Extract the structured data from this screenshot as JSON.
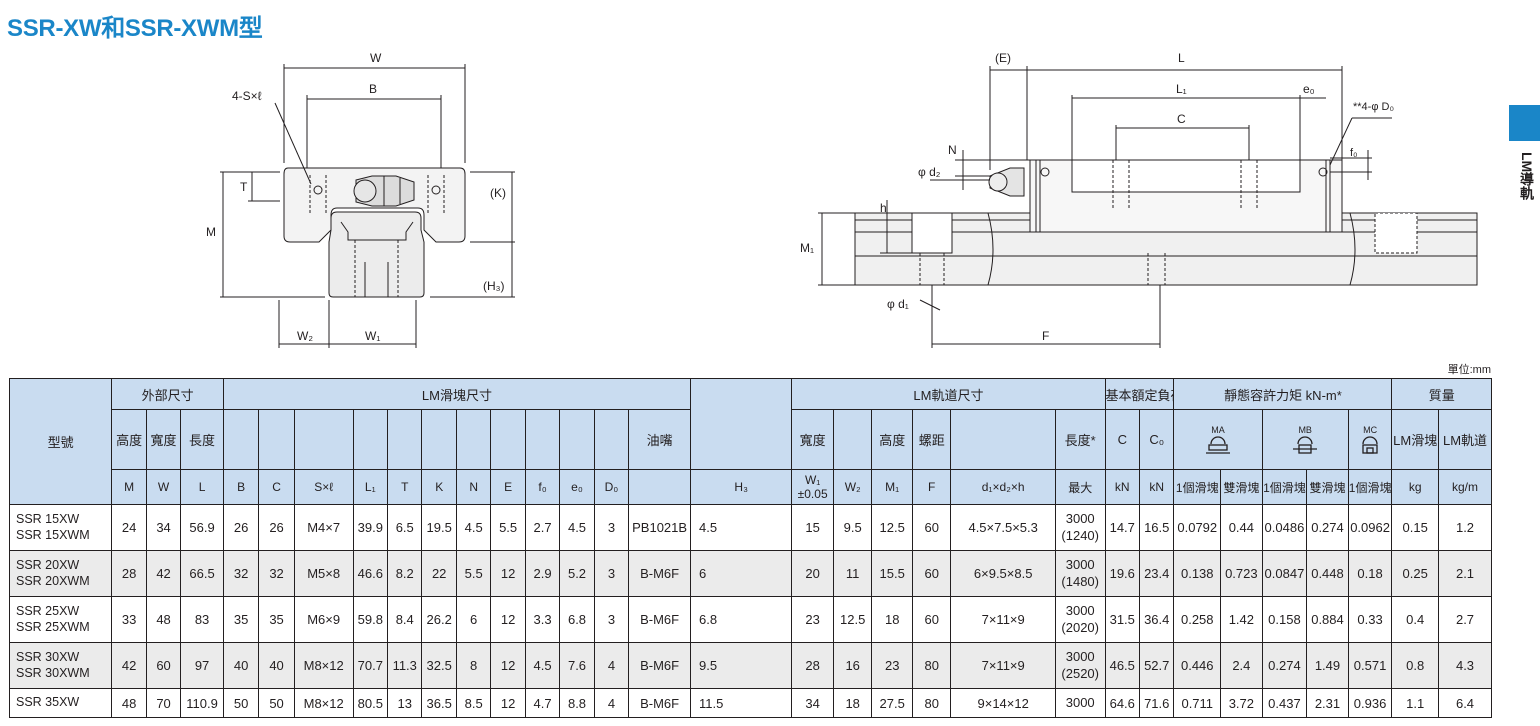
{
  "title": "SSR-XW和SSR-XWM型",
  "side_tab_label": "LM導軌",
  "unit_label": "單位:mm",
  "drawing": {
    "left": {
      "W": "W",
      "B": "B",
      "S": "4-S×ℓ",
      "T": "T",
      "M": "M",
      "K": "(K)",
      "H3": "(H₃)",
      "W2": "W₂",
      "W1": "W₁"
    },
    "right": {
      "E": "(E)",
      "L": "L",
      "L1": "L₁",
      "e0": "e₀",
      "D0": "**4-φ D₀",
      "C": "C",
      "N": "N",
      "f0": "f₀",
      "d2": "φ d₂",
      "h": "h",
      "M1": "M₁",
      "d1": "φ d₁",
      "F": "F"
    }
  },
  "table": {
    "groups": {
      "model": "型號",
      "outer": "外部尺寸",
      "block": "LM滑塊尺寸",
      "rail": "LM軌道尺寸",
      "load": "基本額定負荷",
      "moment": "靜態容許力矩 kN-m*",
      "mass": "質量"
    },
    "names": {
      "height": "高度",
      "width": "寬度",
      "length": "長度",
      "nipple": "油嘴",
      "rail_width": "寬度",
      "rail_height": "高度",
      "pitch": "螺距",
      "rail_length": "長度*",
      "C": "C",
      "C0": "C₀",
      "MA": "MA",
      "MB": "MB",
      "MC": "MC",
      "one_block": "1個滑塊",
      "two_block": "雙滑塊",
      "block_mass": "LM滑塊",
      "rail_mass": "LM軌道"
    },
    "units": {
      "M": "M",
      "W": "W",
      "L": "L",
      "B": "B",
      "C": "C",
      "S": "S×ℓ",
      "L1": "L₁",
      "T": "T",
      "K": "K",
      "N": "N",
      "E": "E",
      "f0": "f₀",
      "e0": "e₀",
      "D0": "D₀",
      "H3": "H₃",
      "W1": "W₁",
      "W1_tol": "±0.05",
      "W2": "W₂",
      "M1": "M₁",
      "F": "F",
      "dh": "d₁×d₂×h",
      "max": "最大",
      "kN1": "kN",
      "kN2": "kN",
      "kg": "kg",
      "kgm": "kg/m"
    },
    "rows": [
      {
        "model": [
          "SSR 15XW",
          "SSR 15XWM"
        ],
        "M": "24",
        "W": "34",
        "L": "56.9",
        "B": "26",
        "C": "26",
        "S": "M4×7",
        "L1": "39.9",
        "T": "6.5",
        "K": "19.5",
        "N": "4.5",
        "E": "5.5",
        "f0": "2.7",
        "e0": "4.5",
        "D0": "3",
        "nipple": "PB1021B",
        "H3": "4.5",
        "W1": "15",
        "W2": "9.5",
        "M1": "12.5",
        "F": "60",
        "dh": "4.5×7.5×5.3",
        "len": [
          "3000",
          "(1240)"
        ],
        "Cd": "14.7",
        "C0": "16.5",
        "MA1": "0.0792",
        "MA2": "0.44",
        "MB1": "0.0486",
        "MB2": "0.274",
        "MC1": "0.0962",
        "mb": "0.15",
        "mr": "1.2"
      },
      {
        "model": [
          "SSR 20XW",
          "SSR 20XWM"
        ],
        "M": "28",
        "W": "42",
        "L": "66.5",
        "B": "32",
        "C": "32",
        "S": "M5×8",
        "L1": "46.6",
        "T": "8.2",
        "K": "22",
        "N": "5.5",
        "E": "12",
        "f0": "2.9",
        "e0": "5.2",
        "D0": "3",
        "nipple": "B-M6F",
        "H3": "6",
        "W1": "20",
        "W2": "11",
        "M1": "15.5",
        "F": "60",
        "dh": "6×9.5×8.5",
        "len": [
          "3000",
          "(1480)"
        ],
        "Cd": "19.6",
        "C0": "23.4",
        "MA1": "0.138",
        "MA2": "0.723",
        "MB1": "0.0847",
        "MB2": "0.448",
        "MC1": "0.18",
        "mb": "0.25",
        "mr": "2.1"
      },
      {
        "model": [
          "SSR 25XW",
          "SSR 25XWM"
        ],
        "M": "33",
        "W": "48",
        "L": "83",
        "B": "35",
        "C": "35",
        "S": "M6×9",
        "L1": "59.8",
        "T": "8.4",
        "K": "26.2",
        "N": "6",
        "E": "12",
        "f0": "3.3",
        "e0": "6.8",
        "D0": "3",
        "nipple": "B-M6F",
        "H3": "6.8",
        "W1": "23",
        "W2": "12.5",
        "M1": "18",
        "F": "60",
        "dh": "7×11×9",
        "len": [
          "3000",
          "(2020)"
        ],
        "Cd": "31.5",
        "C0": "36.4",
        "MA1": "0.258",
        "MA2": "1.42",
        "MB1": "0.158",
        "MB2": "0.884",
        "MC1": "0.33",
        "mb": "0.4",
        "mr": "2.7"
      },
      {
        "model": [
          "SSR 30XW",
          "SSR 30XWM"
        ],
        "M": "42",
        "W": "60",
        "L": "97",
        "B": "40",
        "C": "40",
        "S": "M8×12",
        "L1": "70.7",
        "T": "11.3",
        "K": "32.5",
        "N": "8",
        "E": "12",
        "f0": "4.5",
        "e0": "7.6",
        "D0": "4",
        "nipple": "B-M6F",
        "H3": "9.5",
        "W1": "28",
        "W2": "16",
        "M1": "23",
        "F": "80",
        "dh": "7×11×9",
        "len": [
          "3000",
          "(2520)"
        ],
        "Cd": "46.5",
        "C0": "52.7",
        "MA1": "0.446",
        "MA2": "2.4",
        "MB1": "0.274",
        "MB2": "1.49",
        "MC1": "0.571",
        "mb": "0.8",
        "mr": "4.3"
      },
      {
        "model": [
          "SSR 35XW"
        ],
        "M": "48",
        "W": "70",
        "L": "110.9",
        "B": "50",
        "C": "50",
        "S": "M8×12",
        "L1": "80.5",
        "T": "13",
        "K": "36.5",
        "N": "8.5",
        "E": "12",
        "f0": "4.7",
        "e0": "8.8",
        "D0": "4",
        "nipple": "B-M6F",
        "H3": "11.5",
        "W1": "34",
        "W2": "18",
        "M1": "27.5",
        "F": "80",
        "dh": "9×14×12",
        "len": [
          "3000"
        ],
        "Cd": "64.6",
        "C0": "71.6",
        "MA1": "0.711",
        "MA2": "3.72",
        "MB1": "0.437",
        "MB2": "2.31",
        "MC1": "0.936",
        "mb": "1.1",
        "mr": "6.4"
      }
    ]
  }
}
